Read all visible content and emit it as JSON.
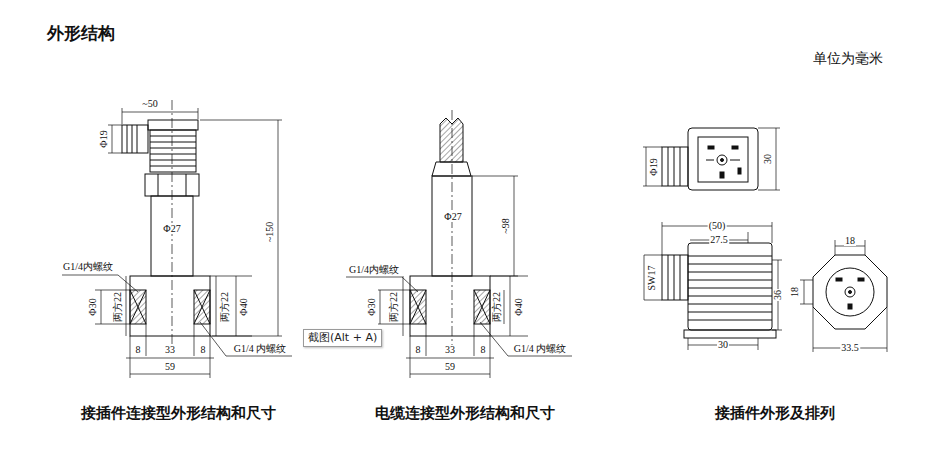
{
  "diagram": {
    "title": "外形结构",
    "nodes": [
      {
        "text": [
          "截图(Alt + A)"
        ]
      }
    ],
    "labels": [
      "单位为毫米",
      "~50",
      "Φ19",
      "Φ27",
      "~150",
      "G1/4内螺纹",
      "Φ30",
      "两方22",
      "两方22",
      "Φ40",
      "8",
      "33",
      "8",
      "G1/4 内螺纹",
      "59",
      "Φ27",
      "~98",
      "G1/4内螺纹",
      "Φ30",
      "两方22",
      "两方22",
      "Φ40",
      "8",
      "33",
      "8",
      "G1/4 内螺纹",
      "59",
      "Φ19",
      "30",
      "(50)",
      "27.5",
      "SW17",
      "36",
      "18",
      "18",
      "30",
      "33.5",
      "接插件连接型外形结构和尺寸",
      "电缆连接型外形结构和尺寸",
      "接插件外形及排列"
    ]
  }
}
